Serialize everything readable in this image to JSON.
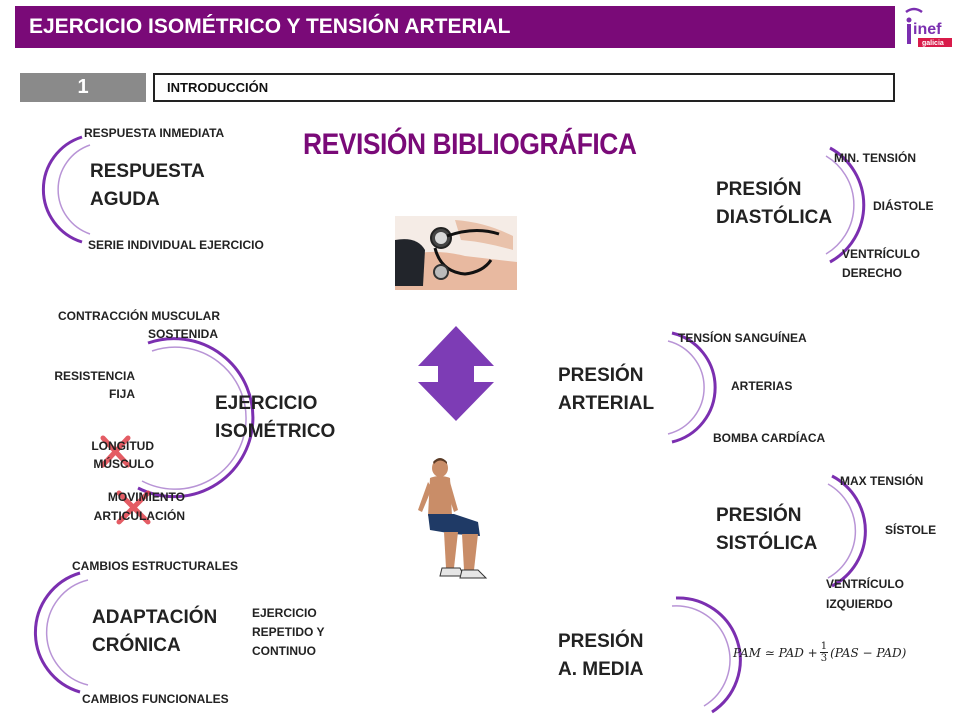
{
  "header": {
    "title": "EJERCICIO ISOMÉTRICO Y TENSIÓN ARTERIAL"
  },
  "logo": {
    "text": "inef",
    "sub": "galicia"
  },
  "section": {
    "number": "1",
    "title": "INTRODUCCIÓN"
  },
  "main_title": "REVISIÓN BIBLIOGRÁFICA",
  "aguda": {
    "title_l1": "RESPUESTA",
    "title_l2": "AGUDA",
    "top": "RESPUESTA INMEDIATA",
    "bottom": "SERIE INDIVIDUAL EJERCICIO"
  },
  "isometrico": {
    "title_l1": "EJERCICIO",
    "title_l2": "ISOMÉTRICO",
    "item1_l1": "CONTRACCIÓN MUSCULAR",
    "item1_l2": "SOSTENIDA",
    "item2_l1": "RESISTENCIA",
    "item2_l2": "FIJA",
    "item3_l1": "LONGITUD",
    "item3_l2": "MÚSCULO",
    "item4_l1": "MOVIMIENTO",
    "item4_l2": "ARTICULACIÓN"
  },
  "cronica": {
    "title_l1": "ADAPTACIÓN",
    "title_l2": "CRÓNICA",
    "top": "CAMBIOS ESTRUCTURALES",
    "bottom": "CAMBIOS FUNCIONALES",
    "side_l1": "EJERCICIO",
    "side_l2": "REPETIDO Y",
    "side_l3": "CONTINUO"
  },
  "diastolica": {
    "title_l1": "PRESIÓN",
    "title_l2": "DIASTÓLICA",
    "item1": "MIN. TENSIÓN",
    "item2": "DIÁSTOLE",
    "item3_l1": "VENTRÍCULO",
    "item3_l2": "DERECHO"
  },
  "arterial": {
    "title_l1": "PRESIÓN",
    "title_l2": "ARTERIAL",
    "item1": "TENSÍON SANGUÍNEA",
    "item2": "ARTERIAS",
    "item3": "BOMBA CARDÍACA"
  },
  "sistolica": {
    "title_l1": "PRESIÓN",
    "title_l2": "SISTÓLICA",
    "item1": "MAX TENSIÓN",
    "item2": "SÍSTOLE",
    "item3_l1": "VENTRÍCULO",
    "item3_l2": "IZQUIERDO"
  },
  "media": {
    "title_l1": "PRESIÓN",
    "title_l2": "A. MEDIA",
    "formula_lhs": "PAM ≃ PAD +",
    "formula_num": "1",
    "formula_den": "3",
    "formula_rhs": "(PAS − PAD)"
  },
  "colors": {
    "purple": "#7a0a78",
    "arc": "#7b2fb0",
    "arrow": "#7d3cb5",
    "cross": "#e0404a",
    "gray": "#8a8a8a"
  }
}
